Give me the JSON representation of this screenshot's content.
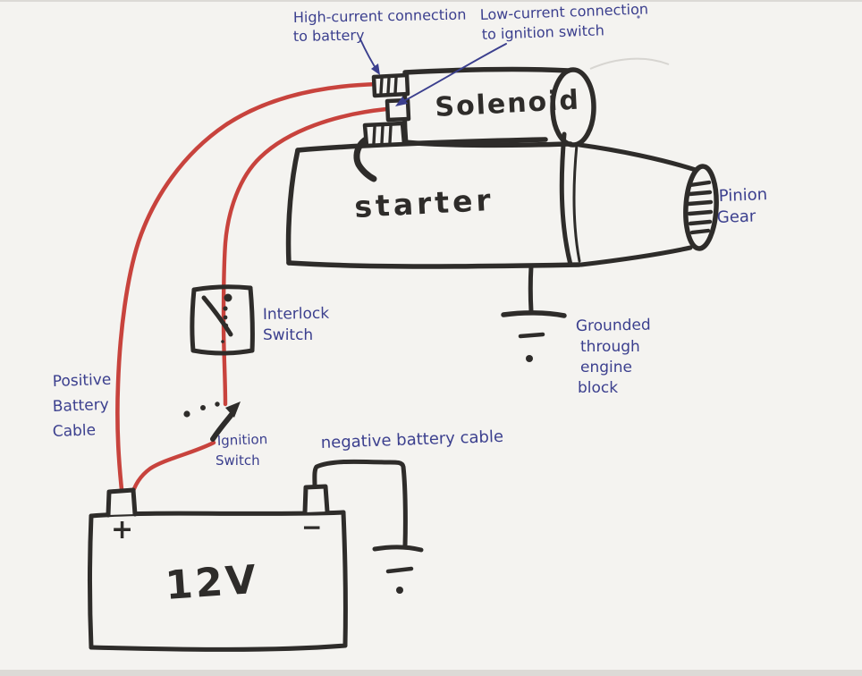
{
  "diagram": {
    "title": "Hand-drawn starter motor wiring diagram",
    "colors": {
      "paper": "#f4f3f0",
      "ink_black": "#2e2c2a",
      "ink_red": "#c8433d",
      "ink_blue": "#3b3f8e"
    },
    "components": {
      "solenoid": {
        "label": "Solenoid"
      },
      "starter": {
        "label": "starter"
      },
      "pinion_gear": {
        "label_lines": [
          "Pinion",
          "Gear"
        ]
      },
      "battery": {
        "voltage": "12V",
        "positive": "+",
        "negative": "−"
      },
      "interlock_switch": {
        "label_lines": [
          "Interlock",
          "Switch"
        ]
      },
      "ignition_switch": {
        "label_lines": [
          "Ignition",
          "Switch"
        ]
      }
    },
    "annotations": {
      "high_current": [
        "High-current connection",
        "to battery"
      ],
      "low_current": [
        "Low-current connection",
        "to ignition switch"
      ],
      "grounded": [
        "Grounded",
        "through",
        "engine",
        "block"
      ],
      "positive_cable": [
        "Positive",
        "Battery",
        "Cable"
      ],
      "negative_cable": "negative battery cable"
    }
  }
}
